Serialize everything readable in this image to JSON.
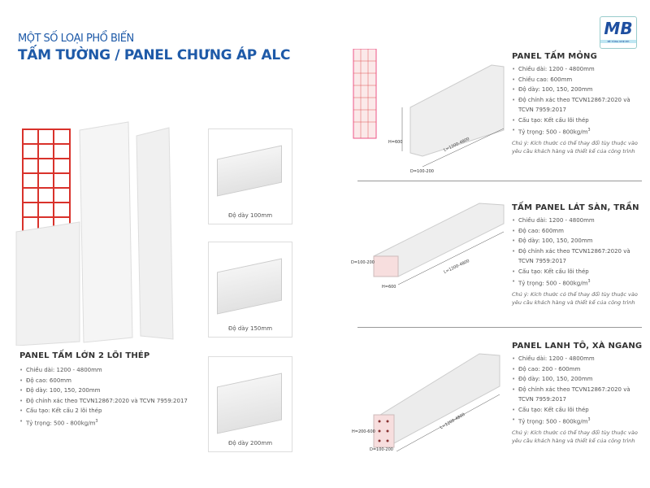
{
  "header": {
    "subtitle": "MỘT SỐ LOẠI PHỔ BIẾN",
    "title": "TẤM TƯỜNG / PANEL CHƯNG ÁP ALC"
  },
  "logo": {
    "text": "MB",
    "tagline": "BÊ TÔNG NHẸ MH"
  },
  "samples": [
    {
      "caption": "Độ dày 100mm"
    },
    {
      "caption": "Độ dày 150mm"
    },
    {
      "caption": "Độ dày 200mm"
    }
  ],
  "large_panel": {
    "heading": "PANEL TẤM LỚN 2 LÕI THÉP",
    "specs": [
      "Chiều dài: 1200 - 4800mm",
      "Độ cao: 600mm",
      "Độ dày: 100, 150, 200mm",
      "Độ chính xác theo TCVN12867:2020 và TCVN 7959:2017",
      "Cấu tạo: Kết cấu 2 lõi thép"
    ],
    "density": "Tỷ trọng: 500 - 800kg/m",
    "density_unit_sup": "3"
  },
  "products": [
    {
      "heading": "PANEL TẤM MỎNG",
      "specs": [
        "Chiều dài: 1200 - 4800mm",
        "Chiều cao: 600mm",
        "Độ dày: 100, 150, 200mm",
        "Độ chính xác theo TCVN12867:2020 và TCVN 7959:2017",
        "Cấu tạo: Kết cấu lõi thép"
      ],
      "density": "Tỷ trọng: 500 - 800kg/m",
      "sup": "3",
      "note": "Chú ý: Kích thước có thể thay đổi tùy thuộc vào yêu cầu khách hàng và thiết kế của công trình",
      "dims": {
        "h": "H=600",
        "l": "L=1200-4800",
        "d": "D=100-200"
      }
    },
    {
      "heading": "TẤM PANEL LÁT SÀN, TRẦN",
      "specs": [
        "Chiều dài: 1200 - 4800mm",
        "Độ cao: 600mm",
        "Độ dày: 100, 150, 200mm",
        "Độ chính xác theo TCVN12867:2020 và TCVN 7959:2017",
        "Cấu tạo: Kết cấu lõi thép"
      ],
      "density": "Tỷ trọng: 500 - 800kg/m",
      "sup": "3",
      "note": "Chú ý: Kích thước có thể thay đổi tùy thuộc vào yêu cầu khách hàng và thiết kế của công trình",
      "dims": {
        "h": "H=600",
        "l": "L=1200-4800",
        "d": "D=100-200"
      }
    },
    {
      "heading": "PANEL LANH TÔ, XÀ NGANG",
      "specs": [
        "Chiều dài: 1200 - 4800mm",
        "Độ cao: 200 - 600mm",
        "Độ dày: 100, 150, 200mm",
        "Độ chính xác theo TCVN12867:2020 và TCVN 7959:2017",
        "Cấu tạo: Kết cấu lõi thép"
      ],
      "density": "Tỷ trọng: 500 - 800kg/m",
      "sup": "3",
      "note": "Chú ý: Kích thước có thể thay đổi tùy thuộc vào yêu cầu khách hàng và thiết kế của công trình",
      "dims": {
        "h": "H=200-600",
        "l": "L=1200-4800",
        "d": "D=100-200"
      }
    }
  ],
  "colors": {
    "brand_blue": "#1e5aa8",
    "rebar_red": "#d9322b"
  }
}
